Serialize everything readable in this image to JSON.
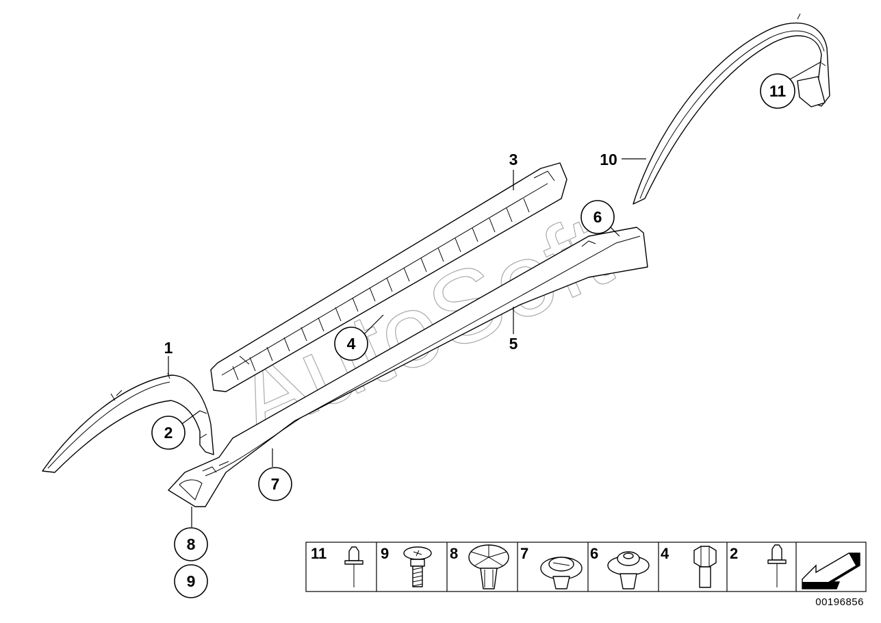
{
  "watermark": "AutoSoft",
  "callouts": {
    "c1": "1",
    "c2": "2",
    "c3": "3",
    "c4": "4",
    "c5": "5",
    "c6": "6",
    "c7": "7",
    "c8": "8",
    "c9": "9",
    "c10": "10",
    "c11": "11"
  },
  "legend": {
    "cells": [
      {
        "number": "11",
        "icon": "blind-rivet-icon"
      },
      {
        "number": "9",
        "icon": "screw-icon"
      },
      {
        "number": "8",
        "icon": "expanding-clip-icon"
      },
      {
        "number": "7",
        "icon": "push-clip-icon"
      },
      {
        "number": "6",
        "icon": "push-rivet-icon"
      },
      {
        "number": "4",
        "icon": "hex-bolt-icon"
      },
      {
        "number": "2",
        "icon": "blind-rivet-small-icon"
      }
    ],
    "arrow_icon": "direction-arrow-icon"
  },
  "reference_number": "00196856"
}
